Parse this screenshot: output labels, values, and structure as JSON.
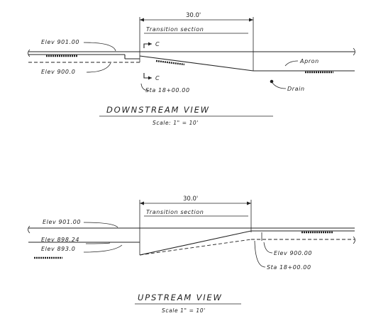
{
  "downstream": {
    "dimension": "30.0'",
    "transition": "Transition section",
    "elev_upper": "Elev 901.00",
    "elev_lower": "Elev 900.0",
    "section_mark": "C",
    "station": "Sta 18+00.00",
    "apron": "Apron",
    "drain": "Drain",
    "title": "DOWNSTREAM VIEW",
    "scale": "Scale: 1\" = 10'"
  },
  "upstream": {
    "dimension": "30.0'",
    "transition": "Transition section",
    "elev_top": "Elev 901.00",
    "elev_mid": "Elev 898.24",
    "elev_low": "Elev 893.0",
    "elev_right": "Elev 900.00",
    "station": "Sta 18+00.00",
    "title": "UPSTREAM VIEW",
    "scale": "Scale 1\" = 10'"
  }
}
